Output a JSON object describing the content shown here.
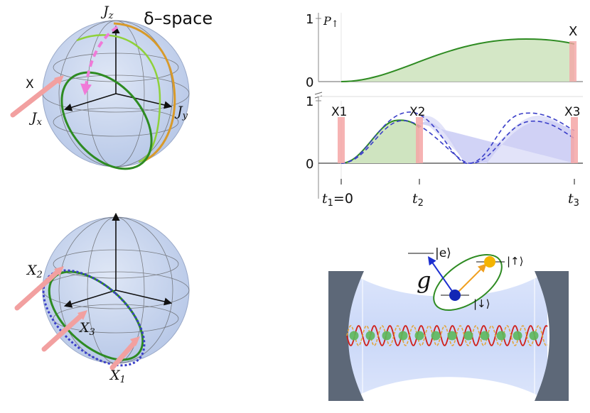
{
  "top_sphere": {
    "axis_z": "J",
    "axis_z_sub": "z",
    "axis_y": "J",
    "axis_y_sub": "y",
    "axis_x": "J",
    "axis_x_sub": "x",
    "pulse_label": "X",
    "space_label": "δ–space"
  },
  "bottom_sphere": {
    "pulse_2": "X",
    "pulse_2_sub": "2",
    "pulse_3": "X",
    "pulse_3_sub": "3",
    "pulse_1": "X",
    "pulse_1_sub": "1"
  },
  "top_plot": {
    "ylabel": "P",
    "ylabel_arrow": "↑",
    "y_top": "1",
    "y_bottom": "0",
    "marker": "X"
  },
  "bottom_plot": {
    "y_top": "1",
    "y_bottom": "0",
    "markers": [
      "X1",
      "X2",
      "X3"
    ],
    "ticks": [
      {
        "main": "t",
        "sub": "1",
        "suffix": "=0"
      },
      {
        "main": "t",
        "sub": "2",
        "suffix": ""
      },
      {
        "main": "t",
        "sub": "3",
        "suffix": ""
      }
    ]
  },
  "cavity": {
    "excited_state": "|e⟩",
    "up_state": "|↑⟩",
    "down_state": "|↓⟩",
    "coupling": "g"
  },
  "colors": {
    "sphere": "#c9d6ee",
    "green": "#2e8b22",
    "light_green": "#8fd13a",
    "orange": "#d89a2a",
    "magenta": "#f07ad8",
    "pulse": "#f2a0a0",
    "dashed_blue": "#3a3ec8",
    "mirror": "#5d6878",
    "beam": "#c8d6f8"
  }
}
